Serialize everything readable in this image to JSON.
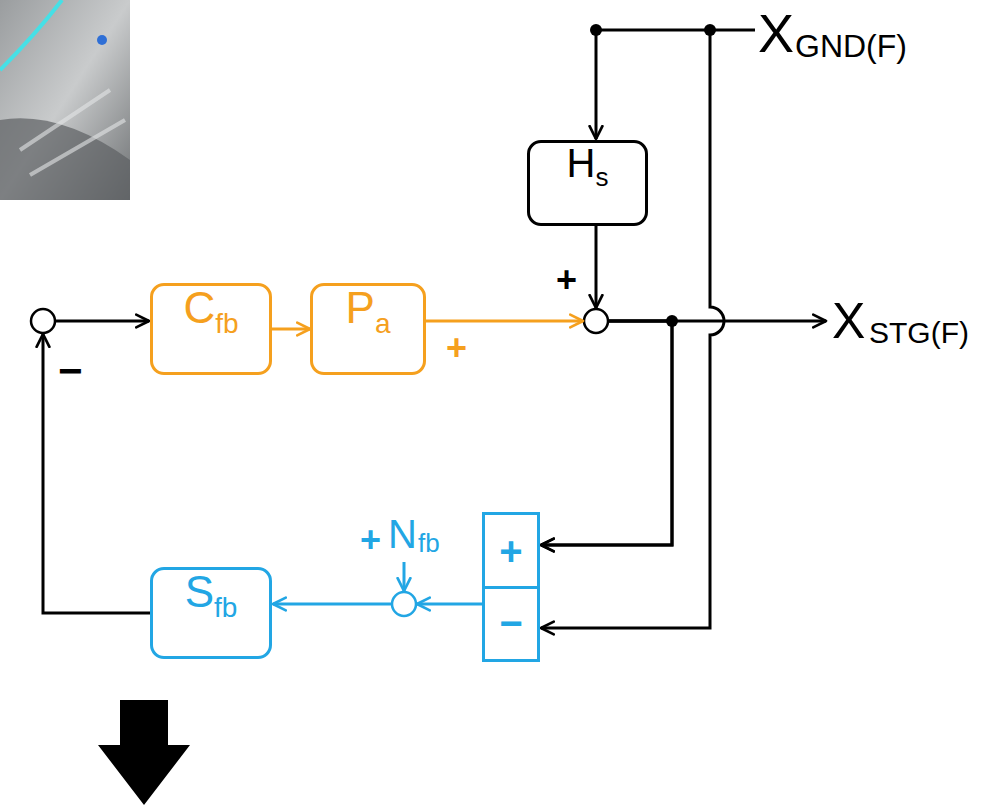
{
  "diagram": {
    "nodes": [
      {
        "text": [
          "H",
          "s"
        ]
      },
      {
        "text": [
          "C",
          "fb"
        ]
      },
      {
        "text": [
          "P",
          "a"
        ]
      },
      {
        "text": [
          "+",
          "−"
        ]
      },
      {
        "text": [
          "S",
          "fb"
        ]
      }
    ],
    "edges": [
      {
        "from": 1,
        "to": 2,
        "arrow": "to"
      },
      {
        "from": 2,
        "to": 3,
        "arrow": "to"
      },
      {
        "from": 0,
        "to": 3,
        "arrow": "to"
      },
      {
        "from": 3,
        "to": 4,
        "arrow": "to"
      },
      {
        "from": 4,
        "to": 1,
        "arrow": "to"
      }
    ],
    "labels": [
      "X",
      "GND(F)",
      "+",
      "+",
      "X",
      "STG(F)",
      "−",
      "N",
      "fb",
      "+"
    ]
  }
}
